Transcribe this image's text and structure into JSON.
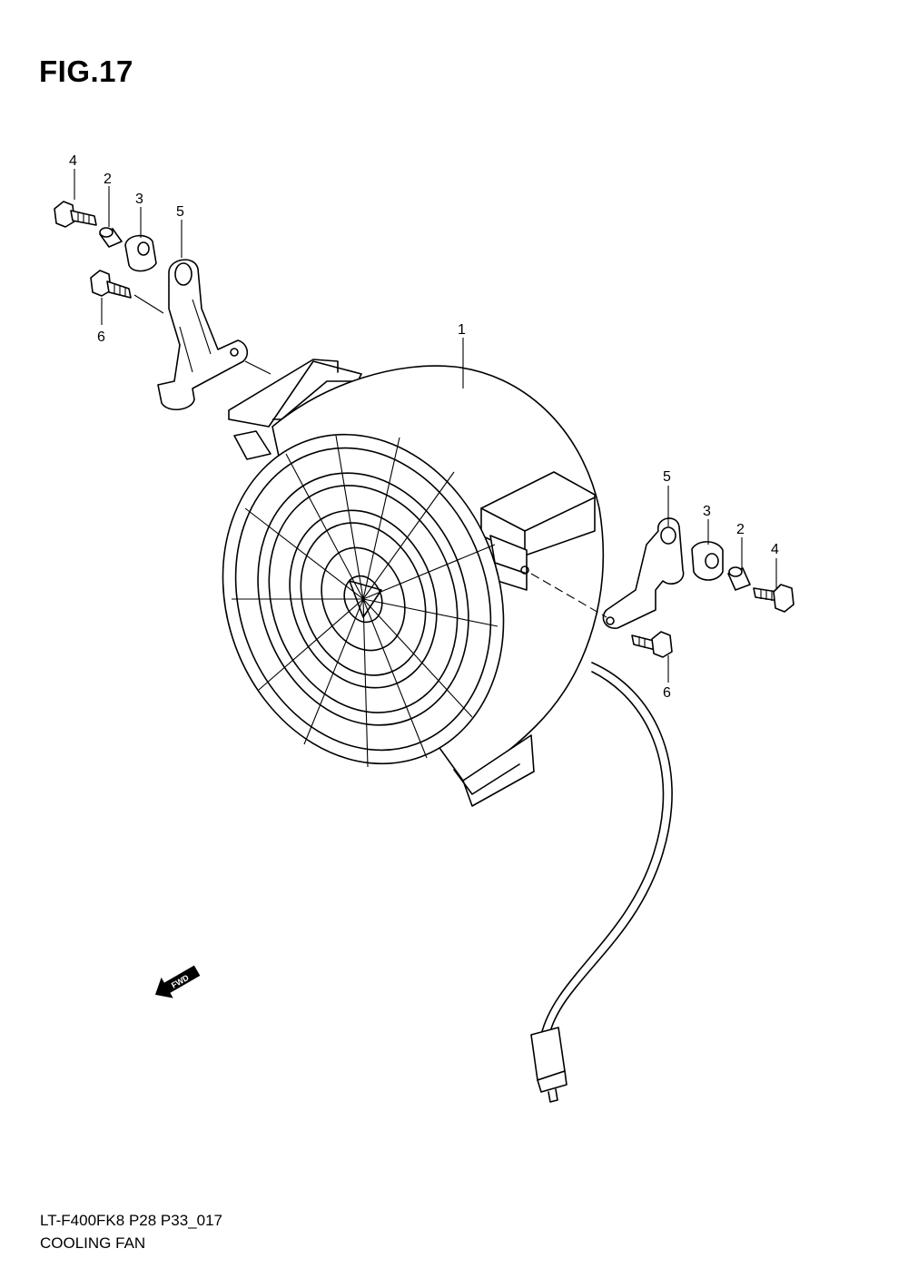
{
  "figure": {
    "title": "FIG.17",
    "code": "LT-F400FK8 P28 P33_017",
    "name": "COOLING FAN"
  },
  "direction_marker": "FWD",
  "callouts": {
    "fan_assembly": "1",
    "left_4": "4",
    "left_2": "2",
    "left_3": "3",
    "left_5": "5",
    "left_6": "6",
    "right_5": "5",
    "right_3": "3",
    "right_2": "2",
    "right_4": "4",
    "right_6": "6"
  }
}
